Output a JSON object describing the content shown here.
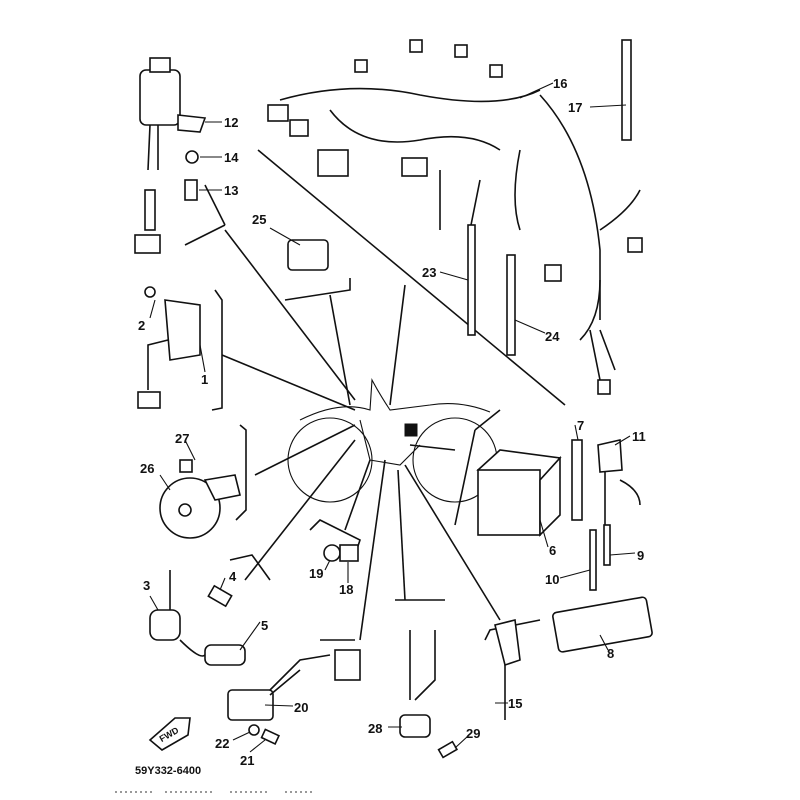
{
  "diagram": {
    "title": "Electrical parts exploded view",
    "part_number_code": "59Y332-6400",
    "direction_marker": "FWD",
    "callouts": {
      "c1": "1",
      "c2": "2",
      "c3": "3",
      "c4": "4",
      "c5": "5",
      "c6": "6",
      "c7": "7",
      "c8": "8",
      "c9": "9",
      "c10": "10",
      "c11": "11",
      "c12": "12",
      "c13": "13",
      "c14": "14",
      "c15": "15",
      "c16": "16",
      "c17": "17",
      "c18": "18",
      "c19": "19",
      "c20": "20",
      "c21": "21",
      "c22": "22",
      "c23": "23",
      "c24": "24",
      "c25": "25",
      "c26": "26",
      "c27": "27",
      "c28": "28",
      "c29": "29"
    }
  }
}
